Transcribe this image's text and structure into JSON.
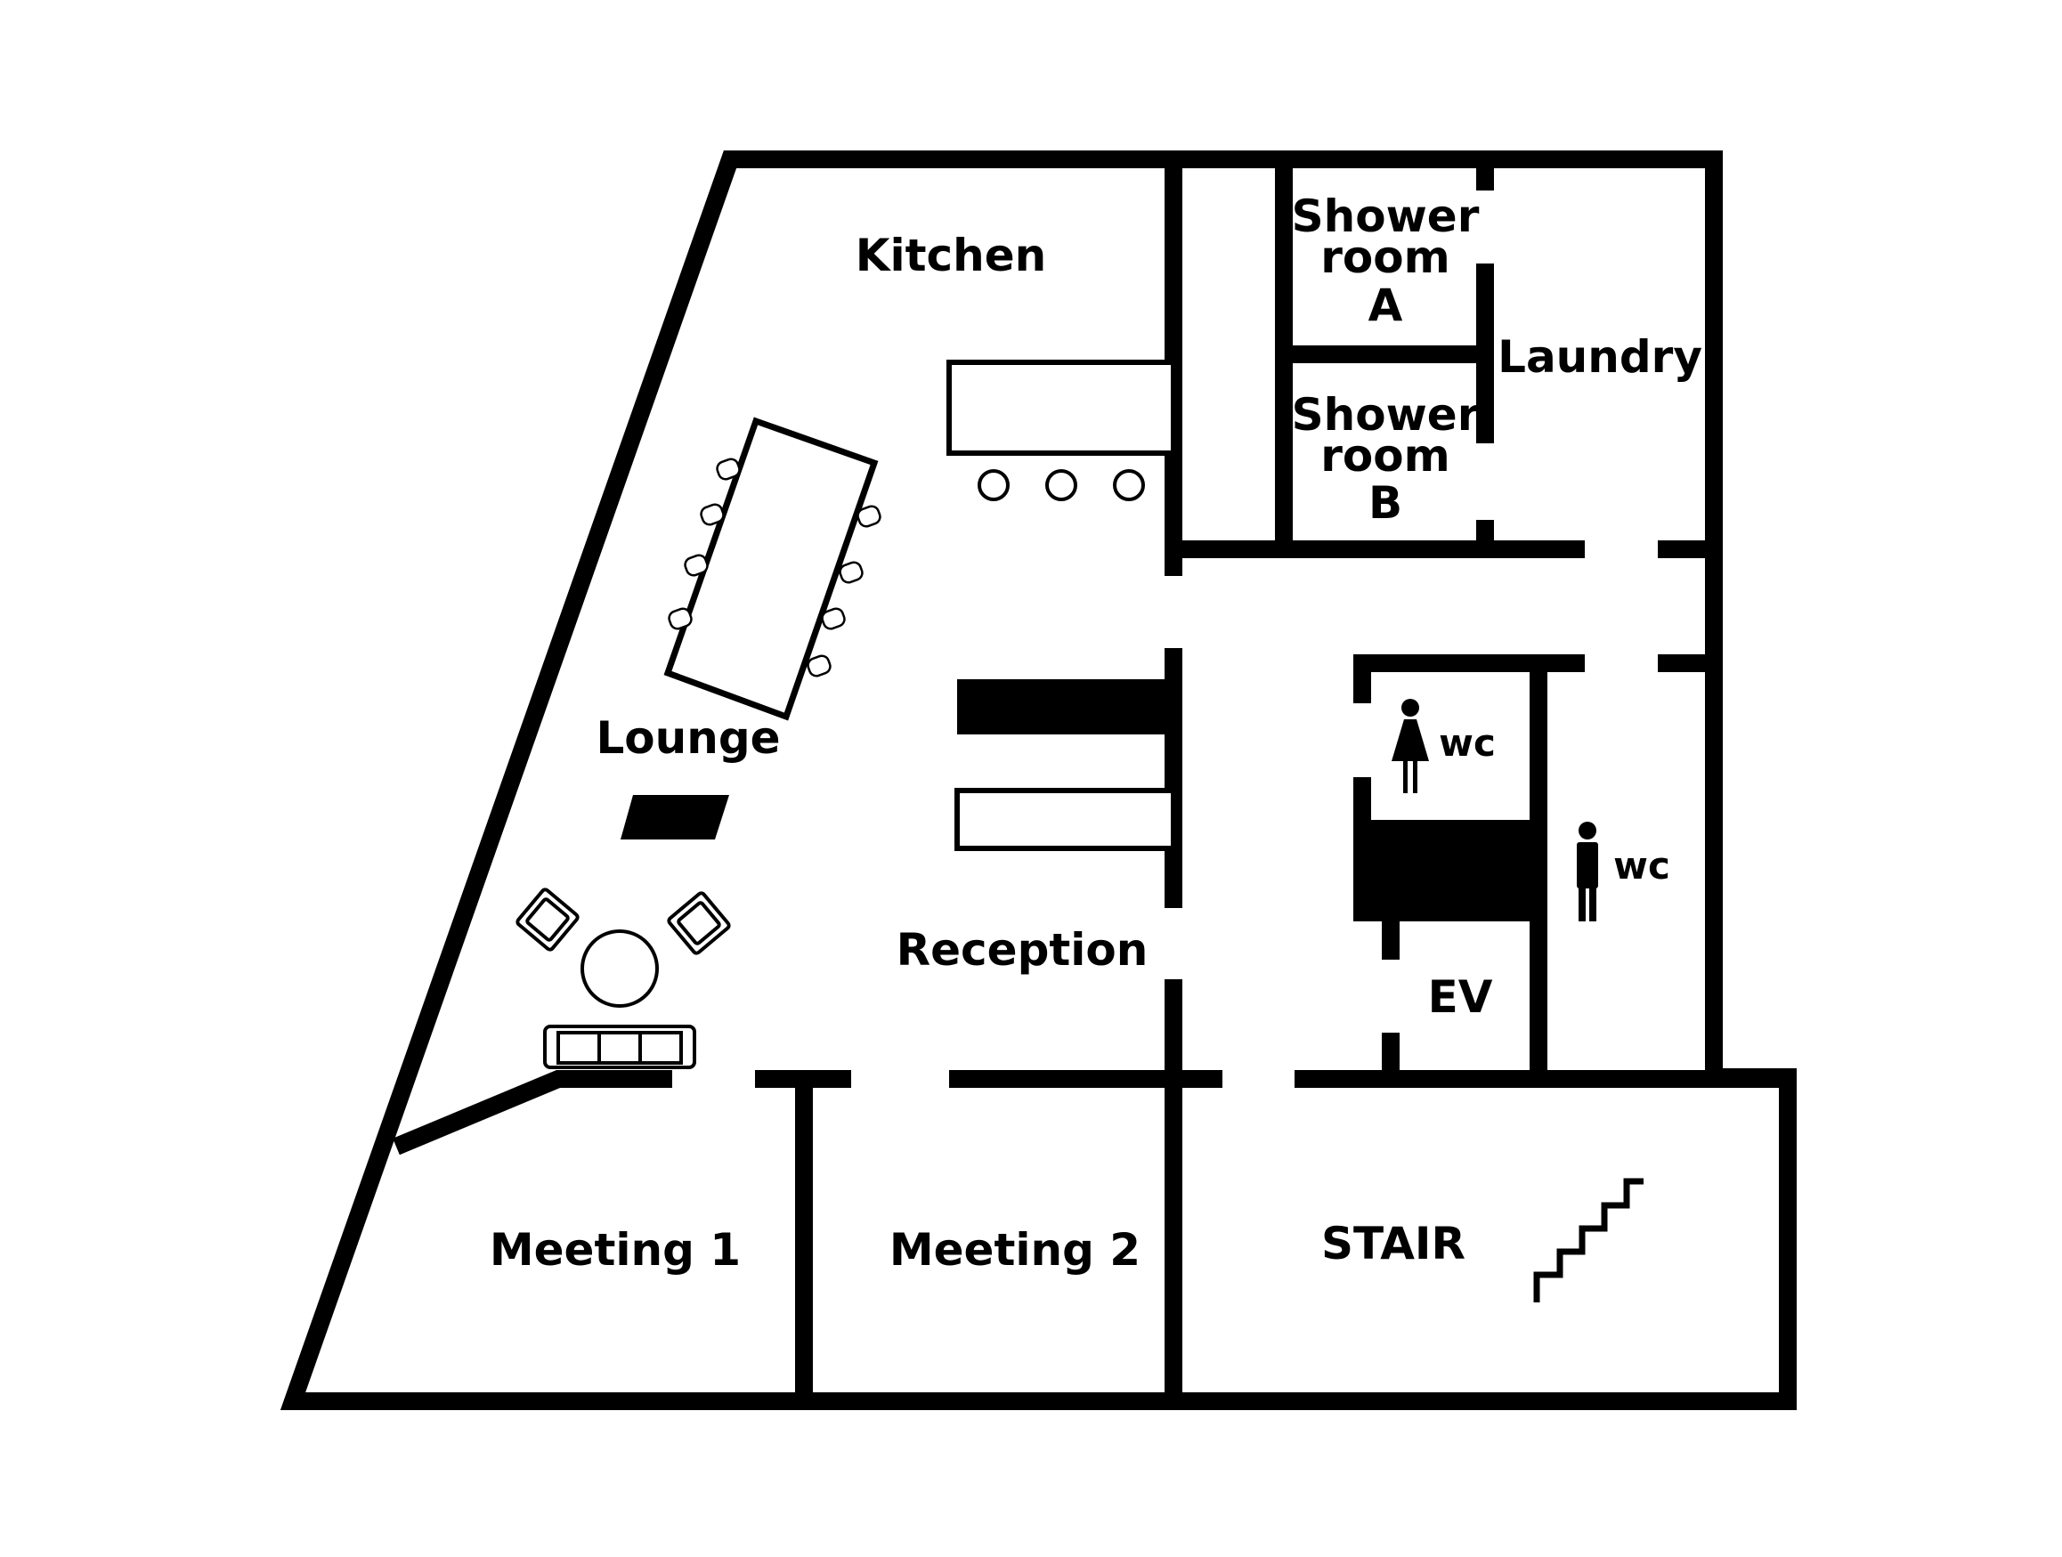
{
  "floorplan": {
    "colors": {
      "wall": "#000000",
      "background": "#ffffff"
    },
    "rooms": {
      "kitchen": "Kitchen",
      "shower_a": [
        "Shower",
        "room",
        "A"
      ],
      "shower_b": [
        "Shower",
        "room",
        "B"
      ],
      "laundry": "Laundry",
      "lounge": "Lounge",
      "reception": "Reception",
      "wc_women": "wc",
      "wc_men": "wc",
      "ev": "EV",
      "meeting_1": "Meeting 1",
      "meeting_2": "Meeting 2",
      "stair": "STAIR"
    },
    "icons": [
      "woman-icon",
      "man-icon",
      "stairs-icon",
      "armchair-icon",
      "sofa-icon",
      "chair-icon"
    ]
  }
}
